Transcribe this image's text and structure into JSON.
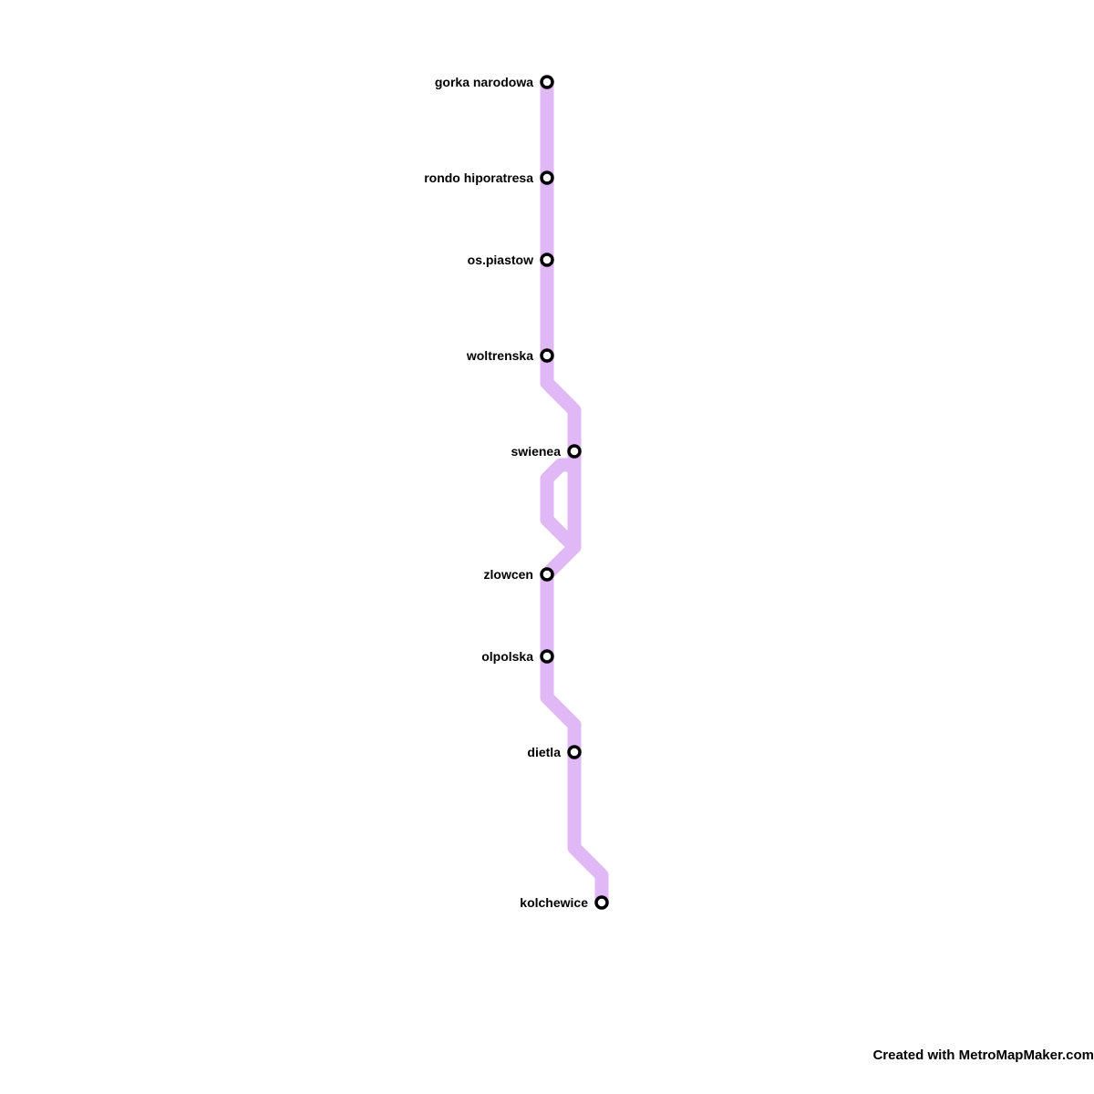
{
  "map": {
    "line_color": "#dfb8f5",
    "station_stroke": "#000000",
    "station_fill": "#ffffff",
    "stations": [
      {
        "name": "gorka narodowa"
      },
      {
        "name": "rondo hiporatresa"
      },
      {
        "name": "os.piastow"
      },
      {
        "name": "woltrenska"
      },
      {
        "name": "swienea"
      },
      {
        "name": "zlowcen"
      },
      {
        "name": "olpolska"
      },
      {
        "name": "dietla"
      },
      {
        "name": "kolchewice"
      }
    ]
  },
  "footer": {
    "credit": "Created with MetroMapMaker.com"
  }
}
